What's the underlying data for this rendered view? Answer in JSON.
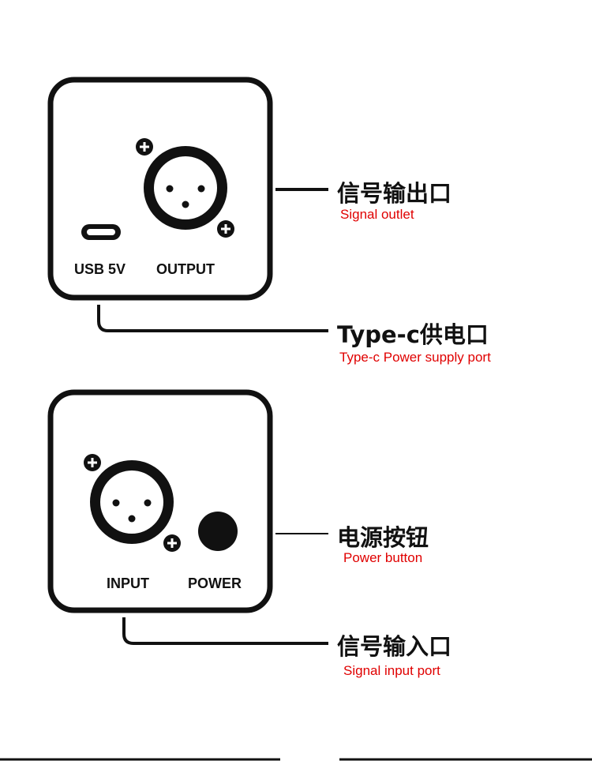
{
  "panel_top": {
    "usb_label": "USB 5V",
    "output_label": "OUTPUT"
  },
  "panel_bottom": {
    "input_label": "INPUT",
    "power_label": "POWER"
  },
  "callouts": [
    {
      "zh": "信号输出口",
      "en": "Signal outlet"
    },
    {
      "zh": "Type-c供电口",
      "en": "Type-c Power supply port"
    },
    {
      "zh": "电源按钮",
      "en": "Power button"
    },
    {
      "zh": "信号输入口",
      "en": "Signal input port"
    }
  ],
  "colors": {
    "line": "#111111",
    "callout_en": "#e00000"
  }
}
